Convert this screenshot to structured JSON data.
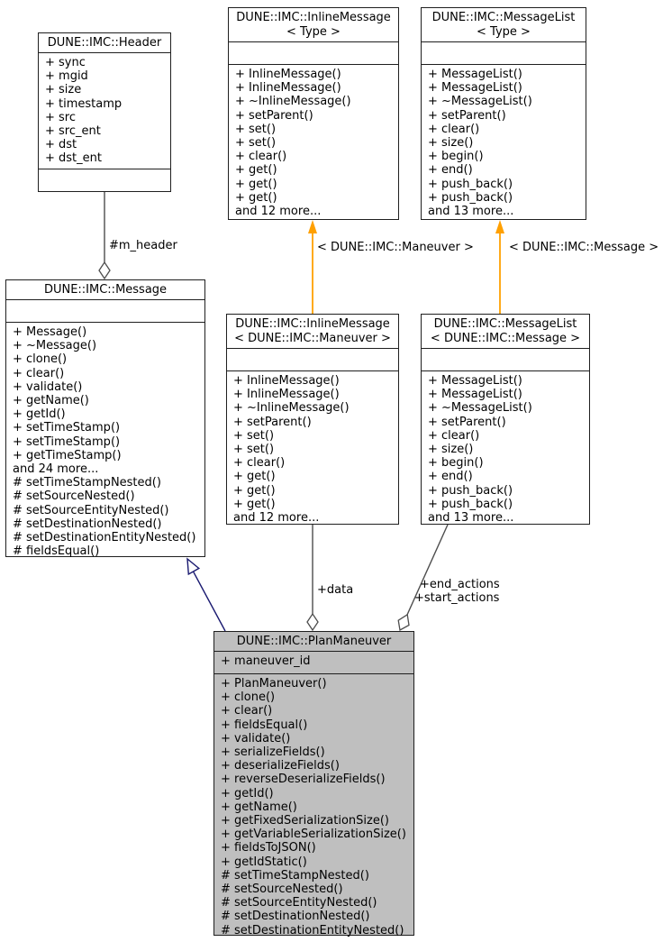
{
  "diagram": {
    "classes": {
      "header": {
        "title_lines": [
          "DUNE::IMC::Header"
        ],
        "attributes": [
          "+ sync",
          "+ mgid",
          "+ size",
          "+ timestamp",
          "+ src",
          "+ src_ent",
          "+ dst",
          "+ dst_ent"
        ],
        "methods": []
      },
      "inline_message_type": {
        "title_lines": [
          "DUNE::IMC::InlineMessage",
          "< Type >"
        ],
        "attributes": [],
        "methods": [
          "+ InlineMessage()",
          "+ InlineMessage()",
          "+ ~InlineMessage()",
          "+ setParent()",
          "+ set()",
          "+ set()",
          "+ clear()",
          "+ get()",
          "+ get()",
          "+ get()",
          "and 12 more..."
        ]
      },
      "message_list_type": {
        "title_lines": [
          "DUNE::IMC::MessageList",
          "< Type >"
        ],
        "attributes": [],
        "methods": [
          "+ MessageList()",
          "+ MessageList()",
          "+ ~MessageList()",
          "+ setParent()",
          "+ clear()",
          "+ size()",
          "+ begin()",
          "+ end()",
          "+ push_back()",
          "+ push_back()",
          "and 13 more..."
        ]
      },
      "message": {
        "title_lines": [
          "DUNE::IMC::Message"
        ],
        "attributes": [],
        "methods": [
          "+ Message()",
          "+ ~Message()",
          "+ clone()",
          "+ clear()",
          "+ validate()",
          "+ getName()",
          "+ getId()",
          "+ setTimeStamp()",
          "+ setTimeStamp()",
          "+ getTimeStamp()",
          "and 24 more...",
          "# setTimeStampNested()",
          "# setSourceNested()",
          "# setSourceEntityNested()",
          "# setDestinationNested()",
          "# setDestinationEntityNested()",
          "# fieldsEqual()"
        ]
      },
      "inline_message_maneuver": {
        "title_lines": [
          "DUNE::IMC::InlineMessage",
          "< DUNE::IMC::Maneuver >"
        ],
        "attributes": [],
        "methods": [
          "+ InlineMessage()",
          "+ InlineMessage()",
          "+ ~InlineMessage()",
          "+ setParent()",
          "+ set()",
          "+ set()",
          "+ clear()",
          "+ get()",
          "+ get()",
          "+ get()",
          "and 12 more..."
        ]
      },
      "message_list_message": {
        "title_lines": [
          "DUNE::IMC::MessageList",
          "< DUNE::IMC::Message >"
        ],
        "attributes": [],
        "methods": [
          "+ MessageList()",
          "+ MessageList()",
          "+ ~MessageList()",
          "+ setParent()",
          "+ clear()",
          "+ size()",
          "+ begin()",
          "+ end()",
          "+ push_back()",
          "+ push_back()",
          "and 13 more..."
        ]
      },
      "plan_maneuver": {
        "title_lines": [
          "DUNE::IMC::PlanManeuver"
        ],
        "attributes": [
          "+ maneuver_id"
        ],
        "methods": [
          "+ PlanManeuver()",
          "+ clone()",
          "+ clear()",
          "+ fieldsEqual()",
          "+ validate()",
          "+ serializeFields()",
          "+ deserializeFields()",
          "+ reverseDeserializeFields()",
          "+ getId()",
          "+ getName()",
          "+ getFixedSerializationSize()",
          "+ getVariableSerializationSize()",
          "+ fieldsToJSON()",
          "+ getIdStatic()",
          "# setTimeStampNested()",
          "# setSourceNested()",
          "# setSourceEntityNested()",
          "# setDestinationNested()",
          "# setDestinationEntityNested()"
        ]
      }
    },
    "edge_labels": {
      "m_header": "#m_header",
      "data": "+data",
      "end_actions": "+end_actions",
      "start_actions": "+start_actions",
      "template_maneuver": "< DUNE::IMC::Maneuver >",
      "template_message": "< DUNE::IMC::Message >"
    },
    "colors": {
      "edge": "#4d4d4d",
      "inheritance": "#191970",
      "template_instance": "#ffa000",
      "node_fill": "#ffffff",
      "highlight_fill": "#bfbfbf",
      "border": "#1f1f1f",
      "text": "#000000"
    }
  }
}
